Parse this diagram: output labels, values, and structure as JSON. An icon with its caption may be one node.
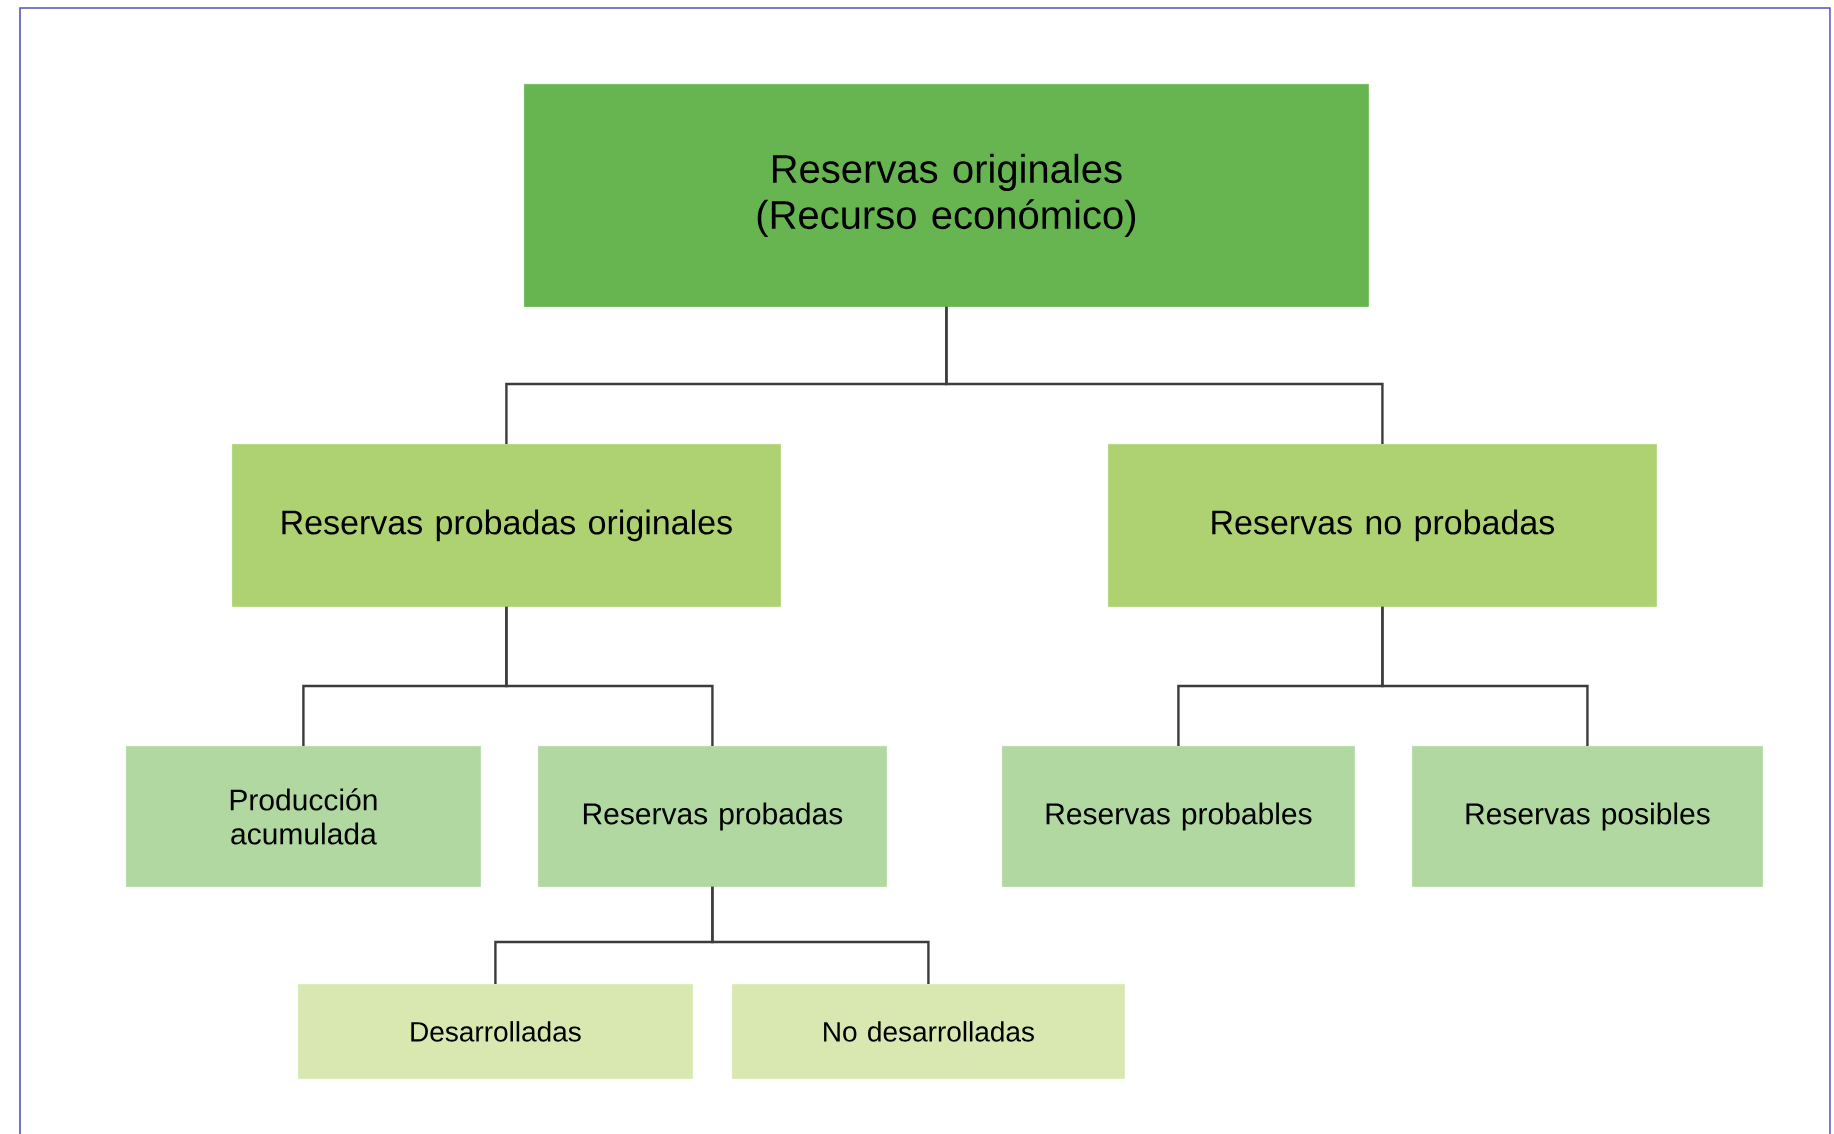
{
  "diagram": {
    "nodes": [
      {
        "text": [
          "Reservas originales (Recurso económico)"
        ]
      },
      {
        "text": [
          "Reservas probadas originales"
        ]
      },
      {
        "text": [
          "Reservas no probadas"
        ]
      },
      {
        "text": [
          "Producción acumulada"
        ]
      },
      {
        "text": [
          "Reservas probadas"
        ]
      },
      {
        "text": [
          "Reservas probables"
        ]
      },
      {
        "text": [
          "Reservas posibles"
        ]
      },
      {
        "text": [
          "Desarrolladas"
        ]
      },
      {
        "text": [
          "No desarrolladas"
        ]
      }
    ],
    "edges": [
      {
        "from": 0,
        "to": 1,
        "arrow": "none"
      },
      {
        "from": 0,
        "to": 2,
        "arrow": "none"
      },
      {
        "from": 1,
        "to": 3,
        "arrow": "none"
      },
      {
        "from": 1,
        "to": 4,
        "arrow": "none"
      },
      {
        "from": 2,
        "to": 5,
        "arrow": "none"
      },
      {
        "from": 2,
        "to": 6,
        "arrow": "none"
      },
      {
        "from": 4,
        "to": 7,
        "arrow": "none"
      },
      {
        "from": 4,
        "to": 8,
        "arrow": "none"
      }
    ]
  }
}
